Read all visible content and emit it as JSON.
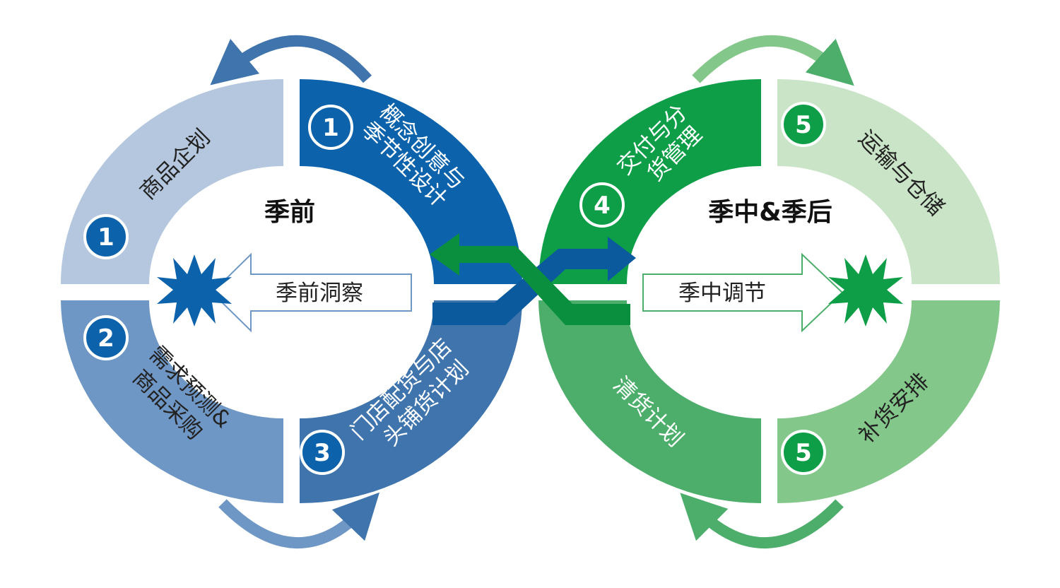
{
  "colors": {
    "blue_light": "#b4c7de",
    "blue_mid": "#6f97c6",
    "blue_mid2": "#3f74ad",
    "blue_dark": "#0d63ab",
    "blue_deep": "#0b5a9e",
    "green_light": "#c9e4c6",
    "green_mid": "#84c78a",
    "green_mid2": "#4cae6a",
    "green_dark": "#0e9e47",
    "green_deep": "#0a8f3e"
  },
  "left_cycle": {
    "title": "季前",
    "insight_label": "季前洞察",
    "segments": {
      "top_left": {
        "text": "商品企划",
        "number": "1"
      },
      "top_right": {
        "text_line1": "概念创意与",
        "text_line2": "季节性设计",
        "number": "1"
      },
      "bottom_left": {
        "text_line1": "需求预测&",
        "text_line2": "商品采购",
        "number": "2"
      },
      "bottom_right": {
        "text_line1": "门店配货与店",
        "text_line2": "头铺货计划",
        "number": "3"
      }
    }
  },
  "right_cycle": {
    "title": "季中&季后",
    "adjust_label": "季中调节",
    "segments": {
      "top_left": {
        "text_line1": "交付与分",
        "text_line2": "货管理",
        "number": "4"
      },
      "top_right": {
        "text": "运输与仓储",
        "number": "5"
      },
      "bottom_left": {
        "text": "清货计划"
      },
      "bottom_right": {
        "text": "补货安排",
        "number": "5"
      }
    }
  }
}
